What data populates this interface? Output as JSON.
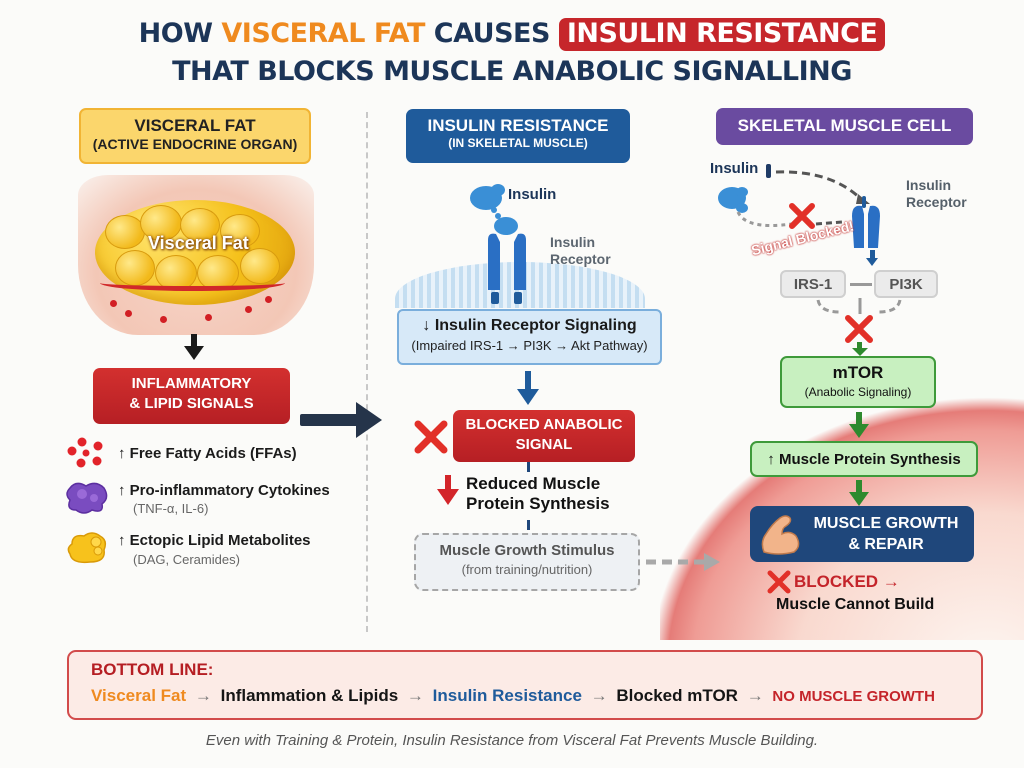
{
  "title": {
    "line1_part1": "HOW ",
    "line1_highlight_orange": "VISCERAL FAT",
    "line1_part2": " CAUSES ",
    "line1_highlight_red": "INSULIN RESISTANCE",
    "line2": "THAT BLOCKS MUSCLE ANABOLIC SIGNALLING"
  },
  "visceral_fat": {
    "header_title": "VISCERAL FAT",
    "header_subtitle": "(ACTIVE ENDOCRINE ORGAN)",
    "illustration_label": "Visceral Fat",
    "signals_box_line1": "INFLAMMATORY",
    "signals_box_line2": "& LIPID SIGNALS",
    "factors": [
      {
        "icon": "fatty-acid-dots-icon",
        "label": "↑ Free Fatty Acids (FFAs)",
        "detail": ""
      },
      {
        "icon": "cytokine-blob-icon",
        "label": "↑ Pro-inflammatory Cytokines",
        "detail": "(TNF-α, IL-6)"
      },
      {
        "icon": "lipid-droplet-icon",
        "label": "↑ Ectopic Lipid Metabolites",
        "detail": "(DAG, Ceramides)"
      }
    ]
  },
  "insulin_resistance": {
    "header_title": "INSULIN RESISTANCE",
    "header_subtitle": "(IN SKELETAL MUSCLE)",
    "insulin_label": "Insulin",
    "receptor_label_line1": "Insulin",
    "receptor_label_line2": "Receptor",
    "signaling_box_main": "↓ Insulin Receptor Signaling",
    "signaling_box_sub": "(Impaired IRS-1 → PI3K → Akt Pathway)",
    "blocked_box_line1": "BLOCKED ANABOLIC",
    "blocked_box_line2": "SIGNAL",
    "reduced_line1": "Reduced Muscle",
    "reduced_line2": "Protein Synthesis",
    "stimulus_box_main": "Muscle Growth Stimulus",
    "stimulus_box_sub": "(from training/nutrition)"
  },
  "muscle_cell": {
    "header_title": "SKELETAL MUSCLE CELL",
    "insulin_label": "Insulin",
    "receptor_label_line1": "Insulin",
    "receptor_label_line2": "Receptor",
    "signal_blocked_label": "Signal Blocked!",
    "irs1_label": "IRS-1",
    "pi3k_label": "PI3K",
    "mtor_main": "mTOR",
    "mtor_sub": "(Anabolic Signaling)",
    "mps_label": "↑ Muscle Protein Synthesis",
    "growth_line1": "MUSCLE GROWTH",
    "growth_line2": "& REPAIR",
    "blocked_label": "BLOCKED →",
    "cannot_build_label": "Muscle Cannot Build"
  },
  "bottom_line": {
    "heading": "BOTTOM LINE:",
    "flow": [
      {
        "text": "Visceral Fat",
        "color": "#ef8a1f"
      },
      {
        "text": "Inflammation & Lipids",
        "color": "#151515"
      },
      {
        "text": "Insulin Resistance",
        "color": "#1f5b9b"
      },
      {
        "text": "Blocked mTOR",
        "color": "#151515"
      },
      {
        "text": "NO MUSCLE GROWTH",
        "color": "#c4242a"
      }
    ],
    "arrow": "→"
  },
  "footer": "Even with Training & Protein, Insulin Resistance from Visceral Fat Prevents Muscle Building.",
  "colors": {
    "navy": "#1c3558",
    "orange": "#ef8a1f",
    "red": "#c6262b",
    "blue": "#1f5b9b",
    "purple": "#6a4ba0",
    "green": "#3e9a3a"
  }
}
